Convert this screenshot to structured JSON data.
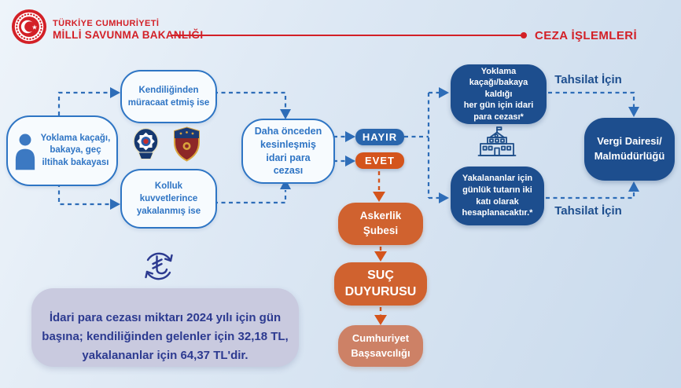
{
  "header": {
    "ministry_line1": "TÜRKİYE CUMHURİYETİ",
    "ministry_line2": "MİLLİ SAVUNMA BAKANLIĞI",
    "section_label": "CEZA İŞLEMLERİ"
  },
  "flow": {
    "start": "Yoklama kaçağı,\nbakaya, geç\niltihak bakayası",
    "voluntary": "Kendiliğinden\nmüracaat etmiş ise",
    "caught": "Kolluk\nkuvvetlerince\nyakalanmış ise",
    "prior_fine_question": "Daha önceden\nkesinleşmiş\nidari para\ncezası",
    "answer_no": "HAYIR",
    "answer_yes": "EVET",
    "daily_fine": "Yoklama\nkaçağı/bakaya\nkaldığı\nher gün için idari\npara cezası*",
    "caught_double_fine": "Yakalananlar için\ngünlük tutarın iki\nkatı olarak\nhesaplanacaktır.*",
    "collection_for_top": "Tahsilat İçin",
    "collection_for_bottom": "Tahsilat İçin",
    "tax_office": "Vergi Dairesi/\nMalmüdürlüğü",
    "military_branch": "Askerlik\nŞubesi",
    "criminal_complaint": "SUÇ\nDUYURUSU",
    "prosecutor": "Cumhuriyet\nBaşsavcılığı"
  },
  "note": {
    "part1": "İdari para cezası miktarı 2024 yılı için gün\nbaşına; kendiliğinden gelenler için ",
    "amount1": "32,18 TL,",
    "part2": "\nyakalananlar için ",
    "amount2": "64,37 TL",
    "part3": "'dir."
  },
  "icons": {
    "ministry_emblem": "ministry-emblem",
    "person": "person-icon",
    "police_badge": "police-badge-icon",
    "jandarma_badge": "jandarma-badge-icon",
    "government_building": "government-building-icon",
    "tl_refresh": "tl-currency-refresh-icon"
  },
  "colors": {
    "accent_red": "#d32027",
    "outline_blue": "#2e75c4",
    "dark_blue": "#1d4e8e",
    "yes_orange": "#d4541c",
    "box_orange": "#d0622f",
    "salmon": "#cd8166",
    "note_bg": "#c9cadf",
    "note_text": "#2c3a90"
  }
}
